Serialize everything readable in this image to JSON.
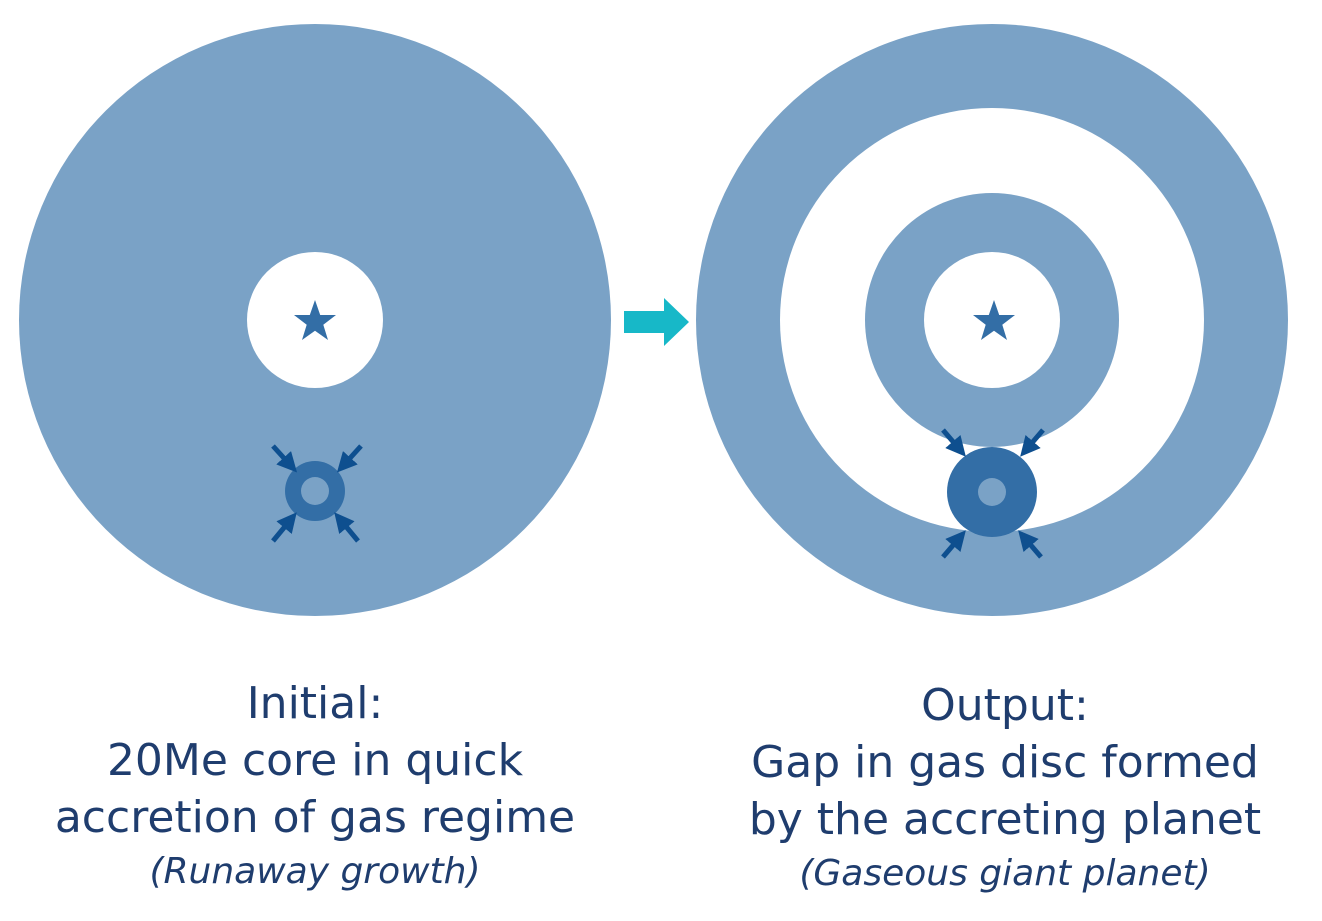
{
  "colors": {
    "disc": "#7aa2c6",
    "planet": "#336ea6",
    "arrows": "#0e4f8f",
    "transition_arrow": "#17b8c8",
    "text": "#1f3d6e"
  },
  "left": {
    "title": "Initial:",
    "line1": "20Me core in quick",
    "line2": "accretion of gas regime",
    "subtitle": "(Runaway growth)"
  },
  "right": {
    "title": "Output:",
    "line1": "Gap in gas disc formed",
    "line2": "by the accreting planet",
    "subtitle": "(Gaseous giant planet)"
  }
}
